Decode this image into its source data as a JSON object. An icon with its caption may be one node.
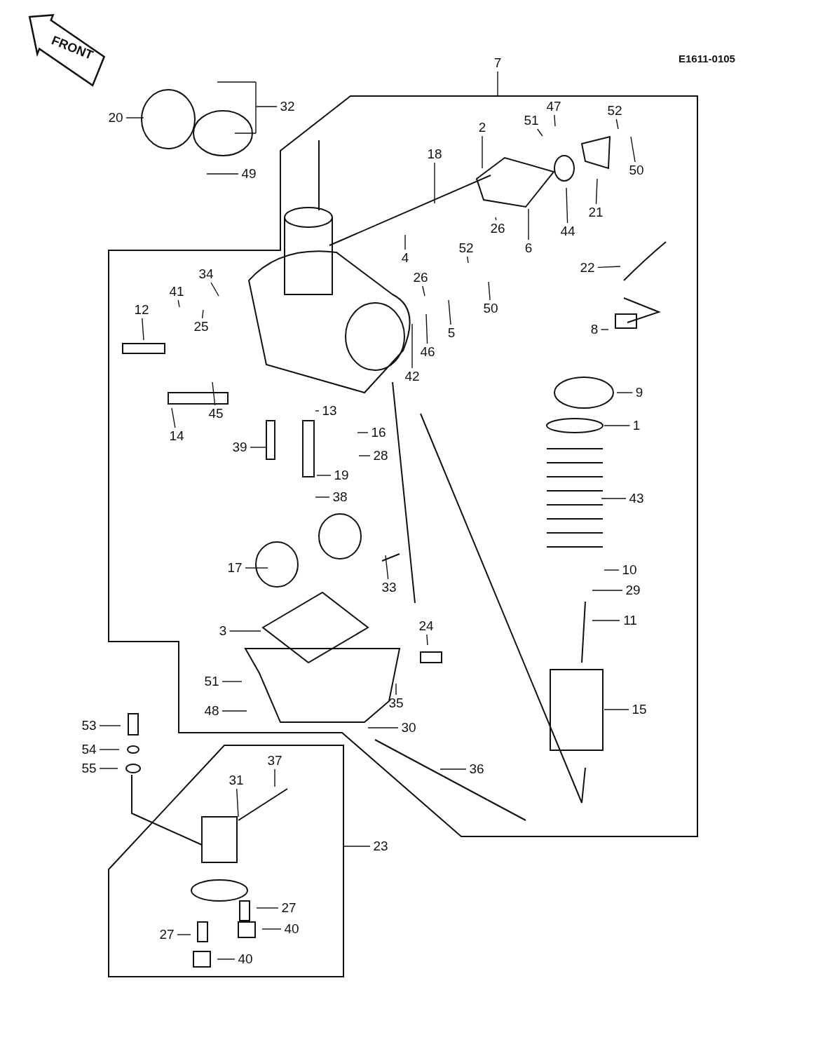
{
  "diagram": {
    "nodes": [
      {
        "text": [
          "7"
        ]
      },
      {
        "text": [
          "20"
        ]
      },
      {
        "text": [
          "32"
        ]
      },
      {
        "text": [
          "2"
        ]
      },
      {
        "text": [
          "51"
        ]
      },
      {
        "text": [
          "47"
        ]
      },
      {
        "text": [
          "52"
        ]
      },
      {
        "text": [
          "50"
        ]
      },
      {
        "text": [
          "18"
        ]
      },
      {
        "text": [
          "49"
        ]
      },
      {
        "text": [
          "44"
        ]
      },
      {
        "text": [
          "21"
        ]
      },
      {
        "text": [
          "26"
        ]
      },
      {
        "text": [
          "6"
        ]
      },
      {
        "text": [
          "4"
        ]
      },
      {
        "text": [
          "22"
        ]
      },
      {
        "text": [
          "52"
        ]
      },
      {
        "text": [
          "34"
        ]
      },
      {
        "text": [
          "41"
        ]
      },
      {
        "text": [
          "26"
        ]
      },
      {
        "text": [
          "50"
        ]
      },
      {
        "text": [
          "12"
        ]
      },
      {
        "text": [
          "25"
        ]
      },
      {
        "text": [
          "5"
        ]
      },
      {
        "text": [
          "46"
        ]
      },
      {
        "text": [
          "8"
        ]
      },
      {
        "text": [
          "42"
        ]
      },
      {
        "text": [
          "9"
        ]
      },
      {
        "text": [
          "14"
        ]
      },
      {
        "text": [
          "45"
        ]
      },
      {
        "text": [
          "13"
        ]
      },
      {
        "text": [
          "1"
        ]
      },
      {
        "text": [
          "16"
        ]
      },
      {
        "text": [
          "39"
        ]
      },
      {
        "text": [
          "28"
        ]
      },
      {
        "text": [
          "19"
        ]
      },
      {
        "text": [
          "38"
        ]
      },
      {
        "text": [
          "43"
        ]
      },
      {
        "text": [
          "17"
        ]
      },
      {
        "text": [
          "33"
        ]
      },
      {
        "text": [
          "10"
        ]
      },
      {
        "text": [
          "29"
        ]
      },
      {
        "text": [
          "11"
        ]
      },
      {
        "text": [
          "3"
        ]
      },
      {
        "text": [
          "24"
        ]
      },
      {
        "text": [
          "51"
        ]
      },
      {
        "text": [
          "35"
        ]
      },
      {
        "text": [
          "53"
        ]
      },
      {
        "text": [
          "48"
        ]
      },
      {
        "text": [
          "15"
        ]
      },
      {
        "text": [
          "30"
        ]
      },
      {
        "text": [
          "54"
        ]
      },
      {
        "text": [
          "55"
        ]
      },
      {
        "text": [
          "37"
        ]
      },
      {
        "text": [
          "36"
        ]
      },
      {
        "text": [
          "31"
        ]
      },
      {
        "text": [
          "23"
        ]
      },
      {
        "text": [
          "27"
        ]
      },
      {
        "text": [
          "40"
        ]
      },
      {
        "text": [
          "27"
        ]
      },
      {
        "text": [
          "40"
        ]
      }
    ],
    "edges": [
      {
        "from": 0,
        "to": null,
        "arrow": "none"
      },
      {
        "from": 1,
        "to": null,
        "arrow": "none"
      },
      {
        "from": 2,
        "to": null,
        "arrow": "none"
      },
      {
        "from": 3,
        "to": null,
        "arrow": "none"
      },
      {
        "from": 4,
        "to": null,
        "arrow": "none"
      },
      {
        "from": 5,
        "to": null,
        "arrow": "none"
      },
      {
        "from": 6,
        "to": null,
        "arrow": "none"
      },
      {
        "from": 7,
        "to": null,
        "arrow": "none"
      },
      {
        "from": 8,
        "to": null,
        "arrow": "none"
      },
      {
        "from": 9,
        "to": null,
        "arrow": "none"
      },
      {
        "from": 10,
        "to": null,
        "arrow": "none"
      },
      {
        "from": 11,
        "to": null,
        "arrow": "none"
      },
      {
        "from": 12,
        "to": null,
        "arrow": "none"
      },
      {
        "from": 13,
        "to": null,
        "arrow": "none"
      },
      {
        "from": 14,
        "to": null,
        "arrow": "none"
      },
      {
        "from": 15,
        "to": null,
        "arrow": "none"
      },
      {
        "from": 16,
        "to": null,
        "arrow": "none"
      },
      {
        "from": 17,
        "to": null,
        "arrow": "none"
      },
      {
        "from": 18,
        "to": null,
        "arrow": "none"
      },
      {
        "from": 19,
        "to": null,
        "arrow": "none"
      },
      {
        "from": 20,
        "to": null,
        "arrow": "none"
      },
      {
        "from": 21,
        "to": null,
        "arrow": "none"
      },
      {
        "from": 22,
        "to": null,
        "arrow": "none"
      },
      {
        "from": 23,
        "to": null,
        "arrow": "none"
      },
      {
        "from": 24,
        "to": null,
        "arrow": "none"
      },
      {
        "from": 25,
        "to": null,
        "arrow": "none"
      },
      {
        "from": 26,
        "to": null,
        "arrow": "none"
      },
      {
        "from": 27,
        "to": null,
        "arrow": "none"
      },
      {
        "from": 28,
        "to": null,
        "arrow": "none"
      },
      {
        "from": 29,
        "to": null,
        "arrow": "none"
      },
      {
        "from": 30,
        "to": null,
        "arrow": "none"
      },
      {
        "from": 31,
        "to": null,
        "arrow": "none"
      },
      {
        "from": 32,
        "to": null,
        "arrow": "none"
      },
      {
        "from": 33,
        "to": null,
        "arrow": "none"
      },
      {
        "from": 34,
        "to": null,
        "arrow": "none"
      },
      {
        "from": 35,
        "to": null,
        "arrow": "none"
      },
      {
        "from": 36,
        "to": null,
        "arrow": "none"
      },
      {
        "from": 37,
        "to": null,
        "arrow": "none"
      },
      {
        "from": 38,
        "to": null,
        "arrow": "none"
      },
      {
        "from": 39,
        "to": null,
        "arrow": "none"
      },
      {
        "from": 40,
        "to": null,
        "arrow": "none"
      },
      {
        "from": 41,
        "to": null,
        "arrow": "none"
      },
      {
        "from": 42,
        "to": null,
        "arrow": "none"
      },
      {
        "from": 43,
        "to": null,
        "arrow": "none"
      },
      {
        "from": 44,
        "to": null,
        "arrow": "none"
      },
      {
        "from": 45,
        "to": null,
        "arrow": "none"
      },
      {
        "from": 46,
        "to": null,
        "arrow": "none"
      },
      {
        "from": 47,
        "to": null,
        "arrow": "none"
      },
      {
        "from": 48,
        "to": null,
        "arrow": "none"
      },
      {
        "from": 49,
        "to": null,
        "arrow": "none"
      },
      {
        "from": 50,
        "to": null,
        "arrow": "none"
      },
      {
        "from": 51,
        "to": null,
        "arrow": "none"
      },
      {
        "from": 52,
        "to": null,
        "arrow": "none"
      },
      {
        "from": 53,
        "to": null,
        "arrow": "none"
      },
      {
        "from": 54,
        "to": null,
        "arrow": "none"
      },
      {
        "from": 55,
        "to": null,
        "arrow": "none"
      },
      {
        "from": 56,
        "to": null,
        "arrow": "none"
      },
      {
        "from": 57,
        "to": null,
        "arrow": "none"
      },
      {
        "from": 58,
        "to": null,
        "arrow": "none"
      },
      {
        "from": 59,
        "to": null,
        "arrow": "none"
      },
      {
        "from": 60,
        "to": null,
        "arrow": "none"
      }
    ],
    "labels": [
      "FRONT",
      "E1611-0105"
    ]
  }
}
